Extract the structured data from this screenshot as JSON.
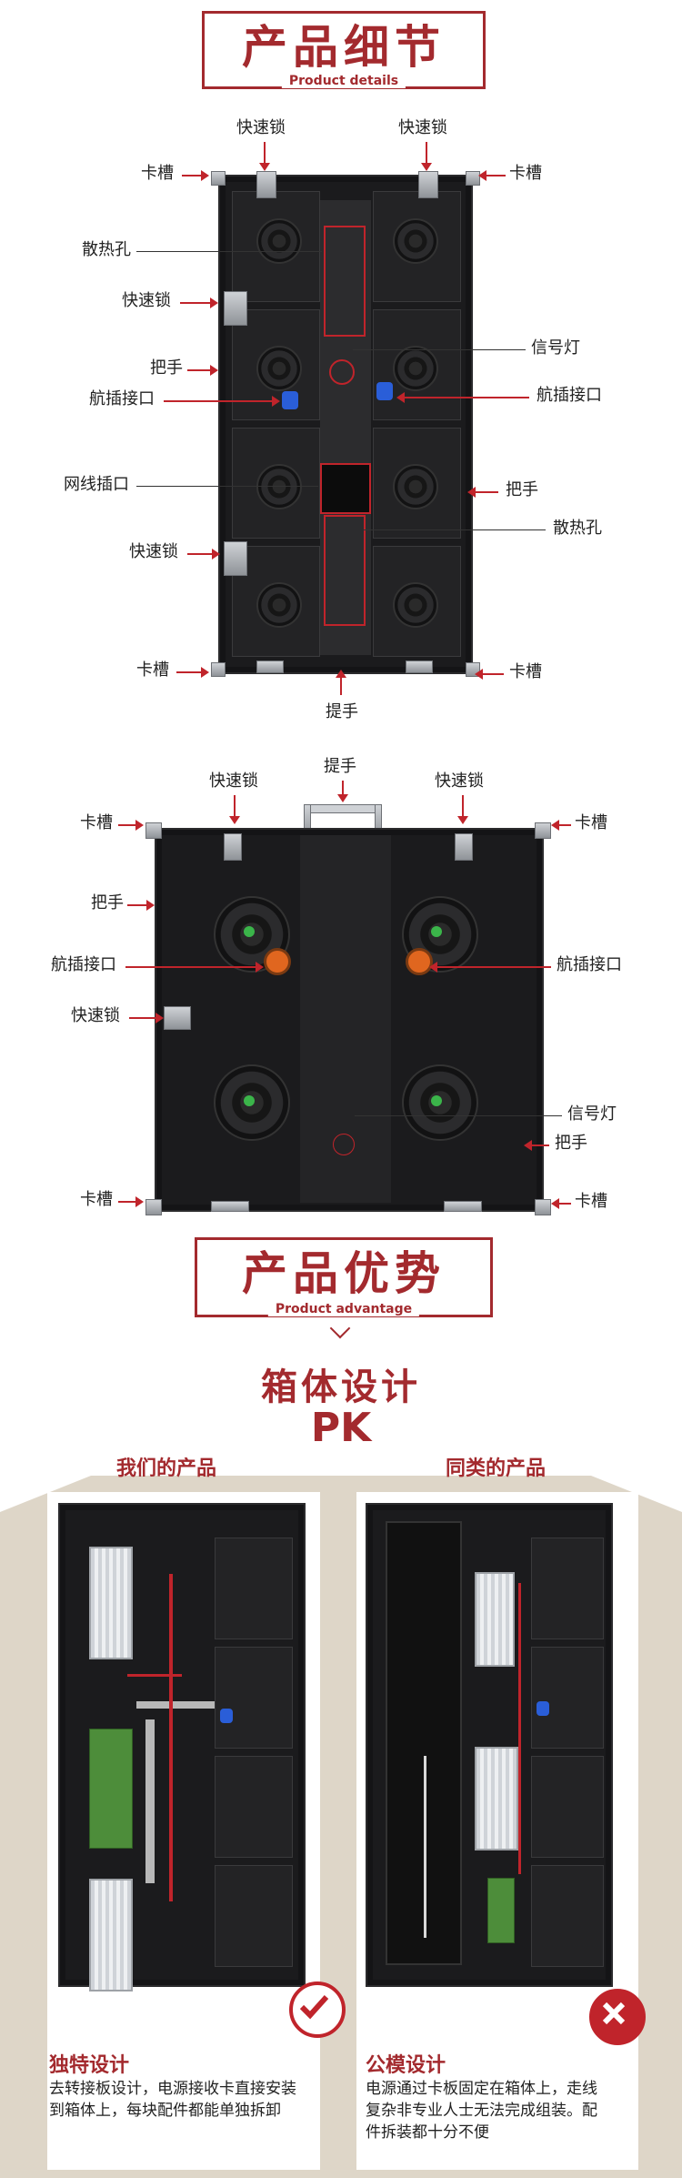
{
  "section1": {
    "title": "产品细节",
    "subtitle": "Product details"
  },
  "diagram1": {
    "labels": {
      "quick_lock_top_left": "快速锁",
      "quick_lock_top_right": "快速锁",
      "slot_top_left": "卡槽",
      "slot_top_right": "卡槽",
      "vent_top": "散热孔",
      "quick_lock_mid": "快速锁",
      "signal_light": "信号灯",
      "handle_left": "把手",
      "aviation_left": "航插接口",
      "aviation_right": "航插接口",
      "network_port": "网线插口",
      "handle_right": "把手",
      "vent_bottom": "散热孔",
      "quick_lock_low": "快速锁",
      "slot_bottom_left": "卡槽",
      "slot_bottom_right": "卡槽",
      "carry_handle": "提手"
    }
  },
  "diagram2": {
    "labels": {
      "quick_lock_left": "快速锁",
      "carry_handle": "提手",
      "quick_lock_right": "快速锁",
      "slot_top_left": "卡槽",
      "slot_top_right": "卡槽",
      "handle_left": "把手",
      "aviation_left": "航插接口",
      "aviation_right": "航插接口",
      "quick_lock_mid": "快速锁",
      "signal_light": "信号灯",
      "handle_right": "把手",
      "slot_bottom_left": "卡槽",
      "slot_bottom_right": "卡槽"
    }
  },
  "section2": {
    "title": "产品优势",
    "subtitle": "Product advantage"
  },
  "compare": {
    "heading": "箱体设计",
    "pk": "PK",
    "ours_label": "我们的产品",
    "theirs_label": "同类的产品",
    "ours_title": "独特设计",
    "ours_desc_1": "去转接板设计，电源接收卡直接安装",
    "ours_desc_2": "到箱体上，每块配件都能单独拆卸",
    "theirs_title": "公模设计",
    "theirs_desc_1": "电源通过卡板固定在箱体上，走线",
    "theirs_desc_2": "复杂非专业人士无法完成组装。配",
    "theirs_desc_3": "件拆装都十分不便"
  },
  "colors": {
    "brand_red": "#a32a2e",
    "arrow_red": "#c0242b",
    "beige": "#ded6c8"
  }
}
